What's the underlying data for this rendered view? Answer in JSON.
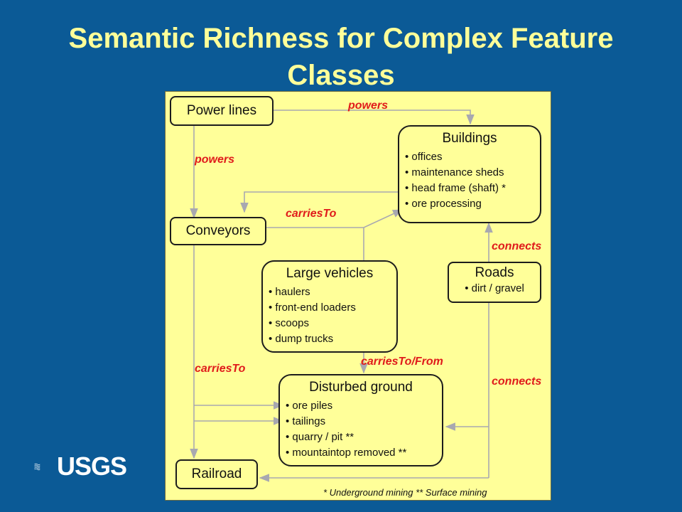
{
  "slide": {
    "title": "Semantic Richness for Complex Feature Classes"
  },
  "nodes": {
    "power_lines": {
      "label": "Power lines"
    },
    "buildings": {
      "label": "Buildings",
      "items": [
        "offices",
        "maintenance sheds",
        "head frame (shaft) *",
        "ore processing"
      ]
    },
    "conveyors": {
      "label": "Conveyors"
    },
    "large_vehicles": {
      "label": "Large vehicles",
      "items": [
        "haulers",
        "front-end loaders",
        "scoops",
        "dump trucks"
      ]
    },
    "roads": {
      "label": "Roads",
      "items": [
        "dirt / gravel"
      ]
    },
    "disturbed_ground": {
      "label": "Disturbed ground",
      "items": [
        "ore piles",
        "tailings",
        "quarry / pit  **",
        "mountaintop removed **"
      ]
    },
    "railroad": {
      "label": "Railroad"
    }
  },
  "edge_labels": {
    "powers_top": "powers",
    "powers_left": "powers",
    "carries_to_mid": "carriesTo",
    "connects_upper": "connects",
    "carries_to_from": "carriesTo/From",
    "carries_to_left": "carriesTo",
    "connects_lower": "connects"
  },
  "footnote": "*  Underground mining   **  Surface mining",
  "logo": {
    "text": "USGS",
    "icon": "usgs-wave-icon"
  },
  "colors": {
    "background": "#0b5a96",
    "title": "#ffff99",
    "panel": "#ffff99",
    "edge_label": "#e01b1b",
    "connector": "#a8a8b0"
  }
}
